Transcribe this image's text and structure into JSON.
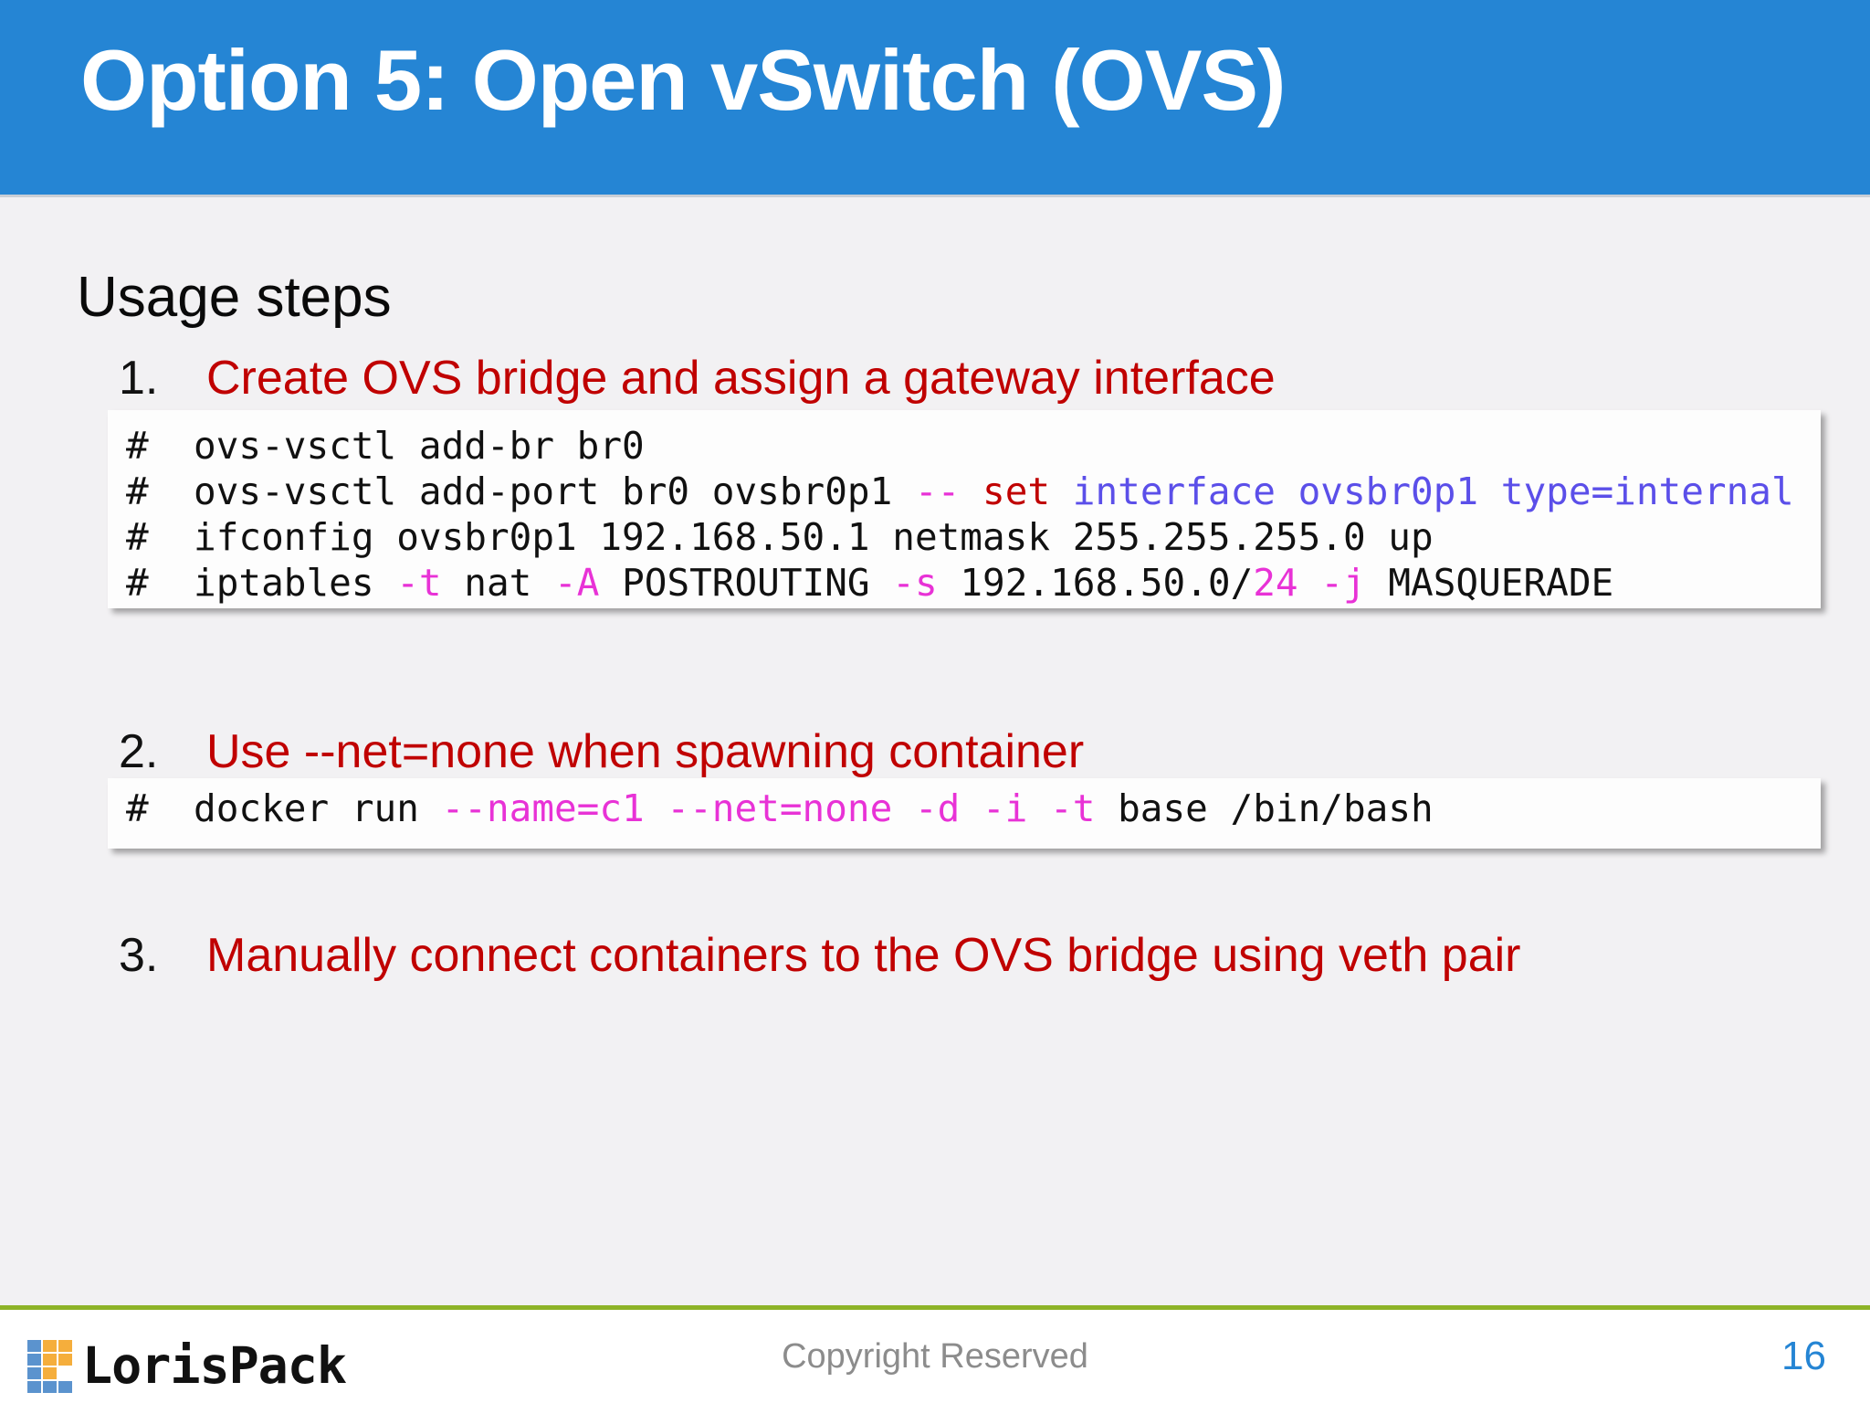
{
  "slide": {
    "title": "Option 5: Open vSwitch (OVS)",
    "heading": "Usage steps",
    "accent_blue": "#2585D4",
    "accent_red": "#C00000",
    "rule_green": "#8DB327",
    "background": "#F2F1F3"
  },
  "steps": [
    {
      "number": "1.",
      "text": "Create OVS bridge and assign a gateway interface"
    },
    {
      "number": "2.",
      "text": "Use --net=none when spawning container"
    },
    {
      "number": "3.",
      "text": "Manually connect containers to the OVS bridge using veth pair"
    }
  ],
  "code_blocks": [
    {
      "id": "block-1",
      "lines": [
        {
          "plain": "#  ovs-vsctl add-br br0",
          "tokens": [
            {
              "t": "#  ovs-vsctl add-br br0",
              "c": "black"
            }
          ]
        },
        {
          "plain": "#  ovs-vsctl add-port br0 ovsbr0p1 -- set interface ovsbr0p1 type=internal",
          "tokens": [
            {
              "t": "#  ovs-vsctl add-port br0 ovsbr0p1 ",
              "c": "black"
            },
            {
              "t": "--",
              "c": "magenta"
            },
            {
              "t": " ",
              "c": "black"
            },
            {
              "t": "set",
              "c": "red"
            },
            {
              "t": " ",
              "c": "black"
            },
            {
              "t": "interface ovsbr0p1 type=internal",
              "c": "blue"
            }
          ]
        },
        {
          "plain": "#  ifconfig ovsbr0p1 192.168.50.1 netmask 255.255.255.0 up",
          "tokens": [
            {
              "t": "#  ifconfig ovsbr0p1 192.168.50.1 netmask 255.255.255.0 up",
              "c": "black"
            }
          ]
        },
        {
          "plain": "#  iptables -t nat -A POSTROUTING -s 192.168.50.0/24 -j MASQUERADE",
          "tokens": [
            {
              "t": "#  iptables ",
              "c": "black"
            },
            {
              "t": "-t",
              "c": "magenta"
            },
            {
              "t": " nat ",
              "c": "black"
            },
            {
              "t": "-A",
              "c": "magenta"
            },
            {
              "t": " POSTROUTING ",
              "c": "black"
            },
            {
              "t": "-s",
              "c": "magenta"
            },
            {
              "t": " 192.168.50.0/",
              "c": "black"
            },
            {
              "t": "24",
              "c": "magenta"
            },
            {
              "t": " ",
              "c": "black"
            },
            {
              "t": "-j",
              "c": "magenta"
            },
            {
              "t": " MASQUERADE",
              "c": "black"
            }
          ]
        }
      ]
    },
    {
      "id": "block-2",
      "lines": [
        {
          "plain": "#  docker run --name=c1 --net=none -d -i -t base /bin/bash",
          "tokens": [
            {
              "t": "#  docker run ",
              "c": "black"
            },
            {
              "t": "--name=c1 --net=none -d -i -t",
              "c": "magenta"
            },
            {
              "t": " base /bin/bash",
              "c": "black"
            }
          ]
        }
      ]
    }
  ],
  "footer": {
    "logo_text": "LorisPack",
    "copyright": "Copyright Reserved",
    "page_number": "16",
    "logo_blue": "#5B93CE",
    "logo_orange": "#F5AE3C"
  }
}
